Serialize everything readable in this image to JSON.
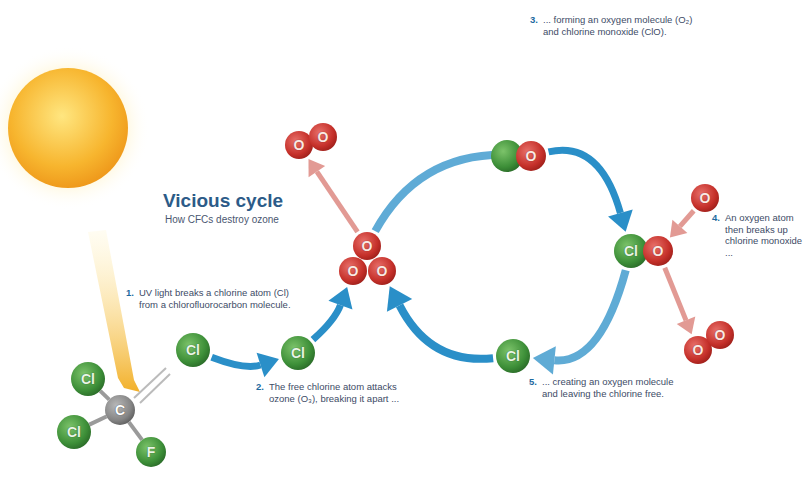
{
  "diagram": {
    "title": "Vicious cycle",
    "nodes": [
      {
        "text": [
          "Cl"
        ]
      },
      {
        "text": [
          "C"
        ]
      },
      {
        "text": [
          "Cl"
        ]
      },
      {
        "text": [
          "Cl"
        ]
      },
      {
        "text": [
          "F"
        ]
      },
      {
        "text": [
          "Cl"
        ]
      },
      {
        "text": [
          "O"
        ]
      },
      {
        "text": [
          "O"
        ]
      },
      {
        "text": [
          "O"
        ]
      },
      {
        "text": [
          "O"
        ]
      },
      {
        "text": [
          "O"
        ]
      },
      {
        "text": [
          "O"
        ]
      },
      {
        "text": [
          "O"
        ]
      },
      {
        "text": [
          "Cl"
        ]
      },
      {
        "text": [
          "O"
        ]
      },
      {
        "text": [
          "O"
        ]
      },
      {
        "text": [
          "O"
        ]
      },
      {
        "text": [
          "Cl"
        ]
      }
    ],
    "edges": [
      {
        "from": 0,
        "to": 5,
        "arrow": "to"
      },
      {
        "from": 5,
        "to": 7,
        "arrow": "to"
      },
      {
        "from": 6,
        "to": 9,
        "arrow": "to"
      },
      {
        "from": 6,
        "to": 11,
        "arrow": "none"
      },
      {
        "from": 11,
        "to": 13,
        "arrow": "to"
      },
      {
        "from": 12,
        "to": 14,
        "arrow": "to"
      },
      {
        "from": 14,
        "to": 15,
        "arrow": "to"
      },
      {
        "from": 13,
        "to": 17,
        "arrow": "to"
      },
      {
        "from": 17,
        "to": 8,
        "arrow": "to"
      },
      {
        "from": 1,
        "to": 2,
        "arrow": "none"
      },
      {
        "from": 1,
        "to": 3,
        "arrow": "none"
      },
      {
        "from": 1,
        "to": 4,
        "arrow": "none"
      }
    ],
    "labels": [
      "How CFCs destroy ozone",
      "1.",
      "UV light breaks a chlorine atom (Cl) from a chlorofluorocarbon molecule.",
      "2.",
      "The free chlorine atom attacks ozone (O₃), breaking it apart ...",
      "3.",
      "... forming an oxygen molecule (O₂) and chlorine monoxide (ClO).",
      "4.",
      "An oxygen atom then breaks up chlorine monoxide ...",
      "5.",
      "... creating an oxygen molecule and leaving the chlorine free."
    ]
  }
}
